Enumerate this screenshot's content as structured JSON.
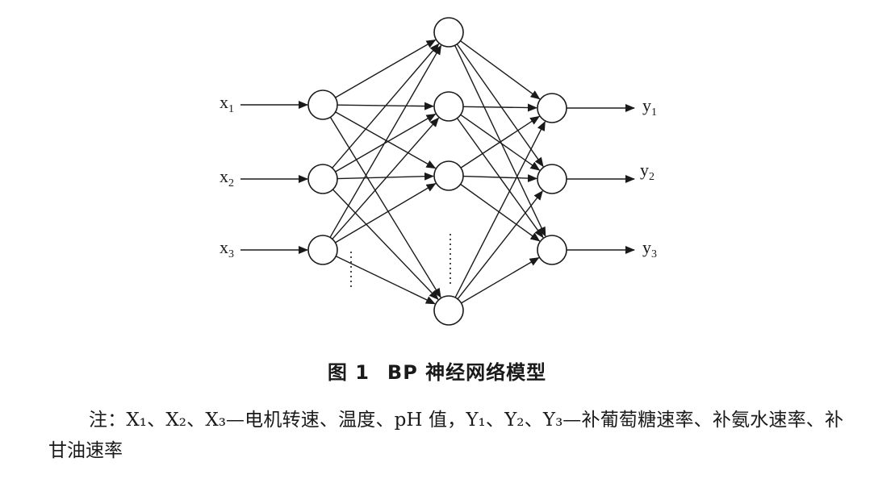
{
  "diagram": {
    "inputs": [
      {
        "base": "x",
        "sub": "1"
      },
      {
        "base": "x",
        "sub": "2"
      },
      {
        "base": "x",
        "sub": "3"
      }
    ],
    "outputs": [
      {
        "base": "y",
        "sub": "1"
      },
      {
        "base": "y",
        "sub": "2"
      },
      {
        "base": "y",
        "sub": "3"
      }
    ],
    "hidden_visible_nodes": 4
  },
  "caption": {
    "number": "图 1",
    "title": "BP 神经网络模型"
  },
  "note": {
    "text": "注：X₁、X₂、X₃—电机转速、温度、pH 值，Y₁、Y₂、Y₃—补葡萄糖速率、补氨水速率、补甘油速率"
  }
}
